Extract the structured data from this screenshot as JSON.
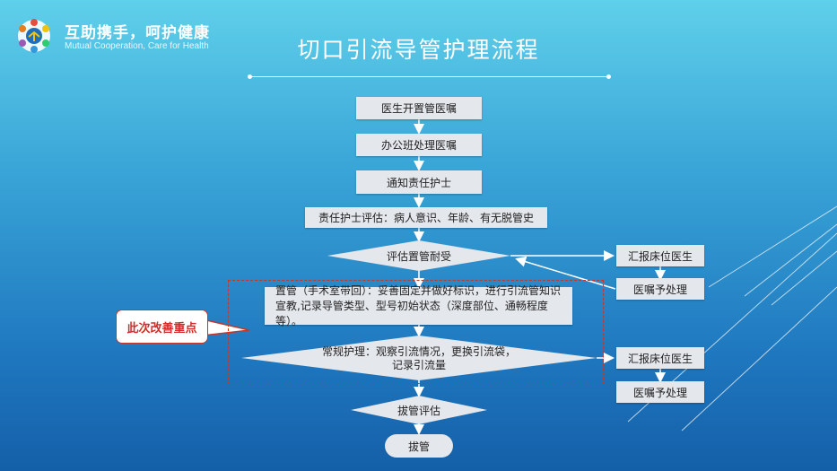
{
  "header": {
    "brand_title": "互助携手，呵护健康",
    "brand_subtitle": "Mutual Cooperation,  Care for Health",
    "page_title": "切口引流导管护理流程"
  },
  "flow": {
    "step1": "医生开置管医嘱",
    "step2": "办公班处理医嘱",
    "step3": "通知责任护士",
    "step4": "责任护士评估：病人意识、年龄、有无脱管史",
    "decision1": "评估置管耐受",
    "side1_report": "汇报床位医生",
    "side1_treat": "医嘱予处理",
    "step5": "置管（手术室带回）：妥善固定并做好标识，进行引流管知识宣教,记录导管类型、型号初始状态（深度部位、通畅程度等）。",
    "decision2": "常规护理：观察引流情况，更换引流袋，记录引流量",
    "side2_report": "汇报床位医生",
    "side2_treat": "医嘱予处理",
    "decision3": "拔管评估",
    "end": "拔管"
  },
  "callout": {
    "label": "此次改善重点"
  },
  "colors": {
    "box_fill": "#e4e7ec",
    "callout_border": "#c0392b",
    "callout_text": "#d42b2b",
    "connector": "#ffffff"
  }
}
